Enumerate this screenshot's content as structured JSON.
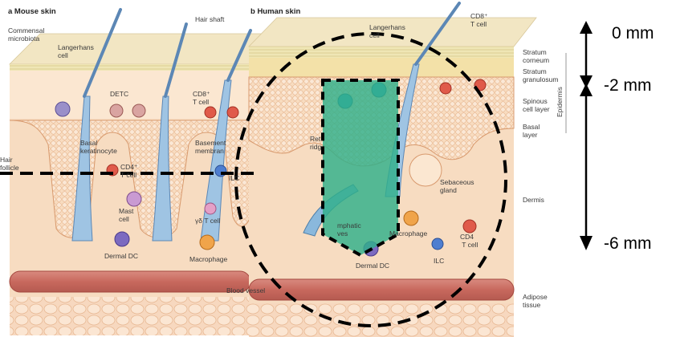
{
  "panels": {
    "mouse": {
      "title": "a  Mouse skin"
    },
    "human": {
      "title": "b  Human skin"
    }
  },
  "mouse_labels": {
    "commensal": "Commensal\nmicrobiota",
    "langerhans": "Langerhans\ncell",
    "hair_shaft": "Hair shaft",
    "detc": "DETC",
    "cd8": "CD8⁺\nT cell",
    "basal_keratinocyte": "Basal\nkeratinocyte",
    "basement_membrane": "Basement\nmembran",
    "hair_follicle": "Hair\nfollicle",
    "cd4": "CD4⁺\nT cell",
    "ilc": "ILC",
    "mast_cell": "Mast\ncell",
    "gd_t_cell": "γδ T cell",
    "dermal_dc": "Dermal DC",
    "macrophage": "Macrophage",
    "blood_vessel": "Blood vessel"
  },
  "human_labels": {
    "langerhans": "Langerhans\ncell",
    "cd8": "CD8⁺\nT cell",
    "rete_ridge": "Ret\nridg",
    "sebaceous_gland": "Sebaceous\ngland",
    "lymphatic_vessel": "mphatic\nves",
    "macrophage": "Macrophage",
    "cd4": "CD4\n T cell",
    "dermal_dc": "Dermal DC",
    "ilc": "ILC"
  },
  "layer_labels": {
    "stratum_corneum": "Stratum\ncorneum",
    "stratum_granulosum": "Stratum\ngranulosum",
    "spinous": "Spinous\ncell layer",
    "basal": "Basal\nlayer",
    "epidermis": "Epidermis",
    "dermis": "Dermis",
    "adipose": "Adipose\ntissue"
  },
  "scale": {
    "top": "0 mm",
    "mid": "-2 mm",
    "bottom": "-6 mm"
  },
  "colors": {
    "overlay_fill": "#2fb08a",
    "dashed": "#000000",
    "skin": "#f5d3b3"
  }
}
